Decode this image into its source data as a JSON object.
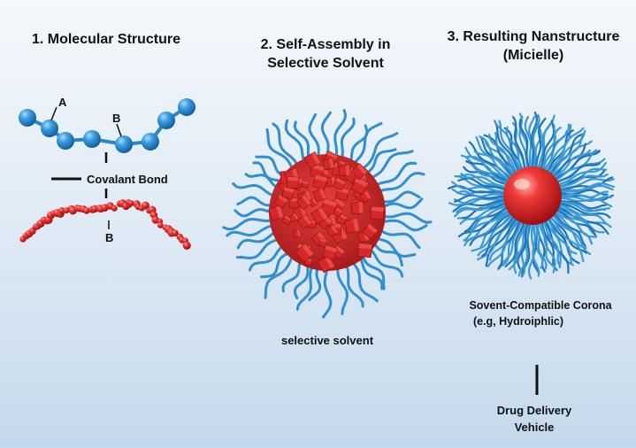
{
  "titles": {
    "step1": "1. Molecular Structure",
    "step2_line1": "2. Self-Assembly in",
    "step2_line2": "Selective Solvent",
    "step3_line1": "3. Resulting Nanstructure",
    "step3_line2": "(Micielle)"
  },
  "labels": {
    "block_a": "A",
    "block_b_top": "B",
    "block_b_bottom": "B",
    "covalent_bond": "Covalant Bond",
    "solvent": "selective solvent",
    "corona_line1": "Sovent-Compatible Corona",
    "corona_line2": "(e.g, Hydroiphlic)",
    "application_line1": "Drug Delivery",
    "application_line2": "Vehicle"
  },
  "colors": {
    "hydrophilic_block": "#2f92d4",
    "hydrophobic_block": "#d92a2a",
    "corona_chain": "#3a9ad6",
    "core": "#e0262a",
    "text": "#111111"
  }
}
